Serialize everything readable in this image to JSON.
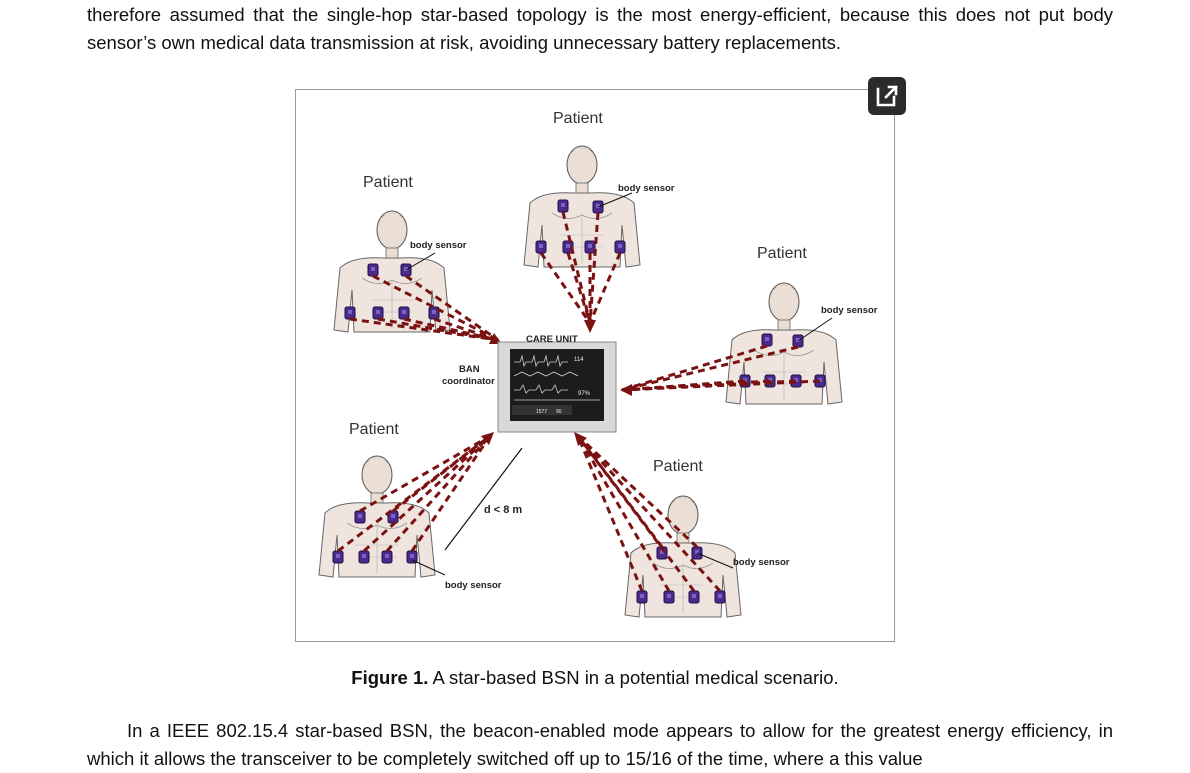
{
  "paragraph_top": "therefore assumed that the single-hop star-based topology is the most energy-efficient, because this does not put body sensor’s own medical data transmission at risk, avoiding unnecessary battery replacements.",
  "paragraph_bottom": "In a IEEE 802.15.4 star-based BSN, the beacon-enabled mode appears to allow for the greatest energy efficiency, in which it allows the transceiver to be completely switched off up to 15/16 of the time, where a this value",
  "figure": {
    "caption_label": "Figure 1.",
    "caption_text": " A star-based BSN in a potential medical scenario.",
    "labels": {
      "patient": "Patient",
      "body_sensor": "body sensor",
      "care_unit": "CARE UNIT",
      "ban_line1": "BAN",
      "ban_line2": "coordinator",
      "distance": "d < 8 m",
      "monitor_value1": "114",
      "monitor_value2": "97%",
      "monitor_value3": "1577",
      "monitor_value4": "90"
    },
    "colors": {
      "link": "#7a1212",
      "sensor": "#4b2a8c",
      "skin": "#e7d7cc"
    }
  },
  "expand_icon": "open-external-icon"
}
